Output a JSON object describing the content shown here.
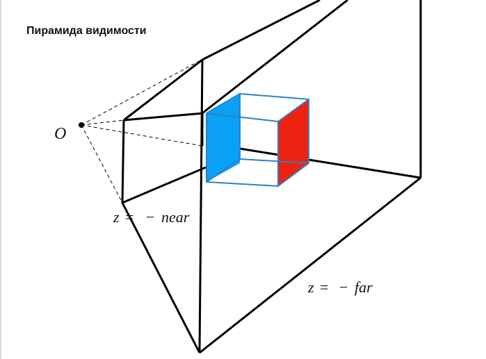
{
  "title": "Пирамида видимости",
  "labels": {
    "origin": {
      "symbol": "O"
    },
    "near": {
      "var": "z",
      "equals": "=",
      "minus": "−",
      "name": "near"
    },
    "far": {
      "var": "z",
      "equals": "=",
      "minus": "−",
      "name": "far"
    }
  },
  "colors": {
    "frustum_edge": "#000000",
    "cube_edge": "#2a82c8",
    "cube_left_face": "#0aa0f5",
    "cube_right_face": "#ee2211",
    "background": "#ffffff"
  }
}
